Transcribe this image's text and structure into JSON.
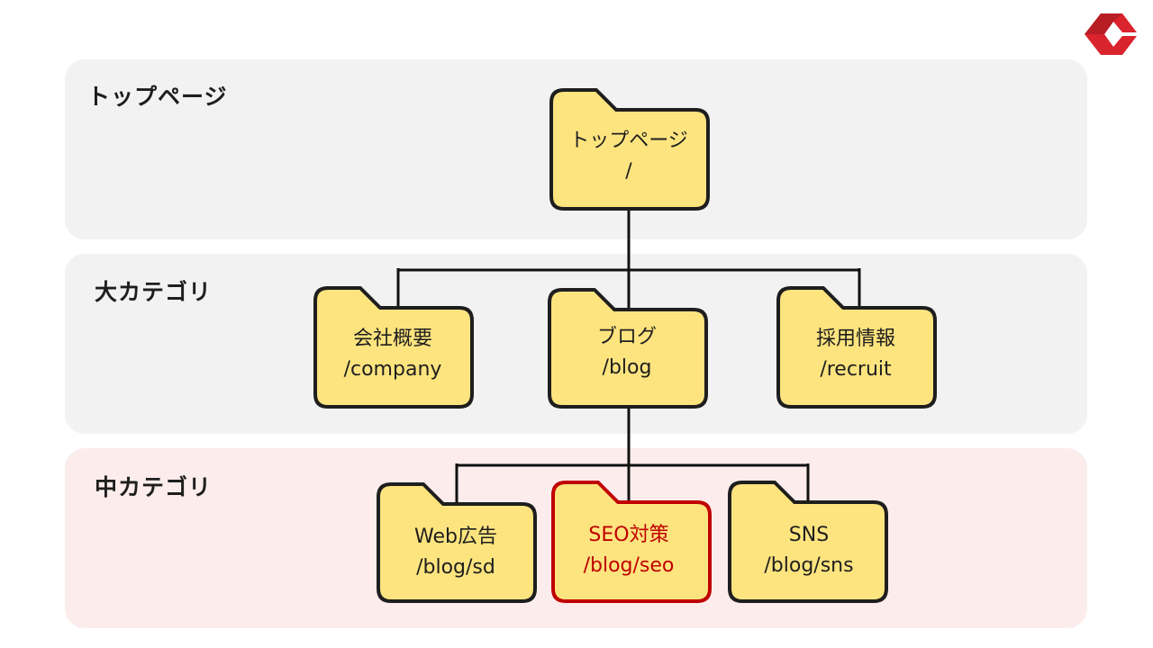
{
  "colors": {
    "folder_fill": "#fde47f",
    "folder_stroke": "#1e1e1e",
    "highlight": "#c00000",
    "band_gray": "#f2f2f2",
    "band_pink": "#fcecec",
    "logo_red": "#d9232d"
  },
  "bands": [
    {
      "label": "トップページ"
    },
    {
      "label": "大カテゴリ"
    },
    {
      "label": "中カテゴリ"
    }
  ],
  "folders": {
    "top": {
      "name": "トップページ",
      "path": "/"
    },
    "company": {
      "name": "会社概要",
      "path": "/company"
    },
    "blog": {
      "name": "ブログ",
      "path": "/blog"
    },
    "recruit": {
      "name": "採用情報",
      "path": "/recruit"
    },
    "web_ads": {
      "name": "Web広告",
      "path": "/blog/sd"
    },
    "seo": {
      "name": "SEO対策",
      "path": "/blog/seo"
    },
    "sns": {
      "name": "SNS",
      "path": "/blog/sns"
    }
  },
  "logo_icon": "brand-chevron-icon"
}
